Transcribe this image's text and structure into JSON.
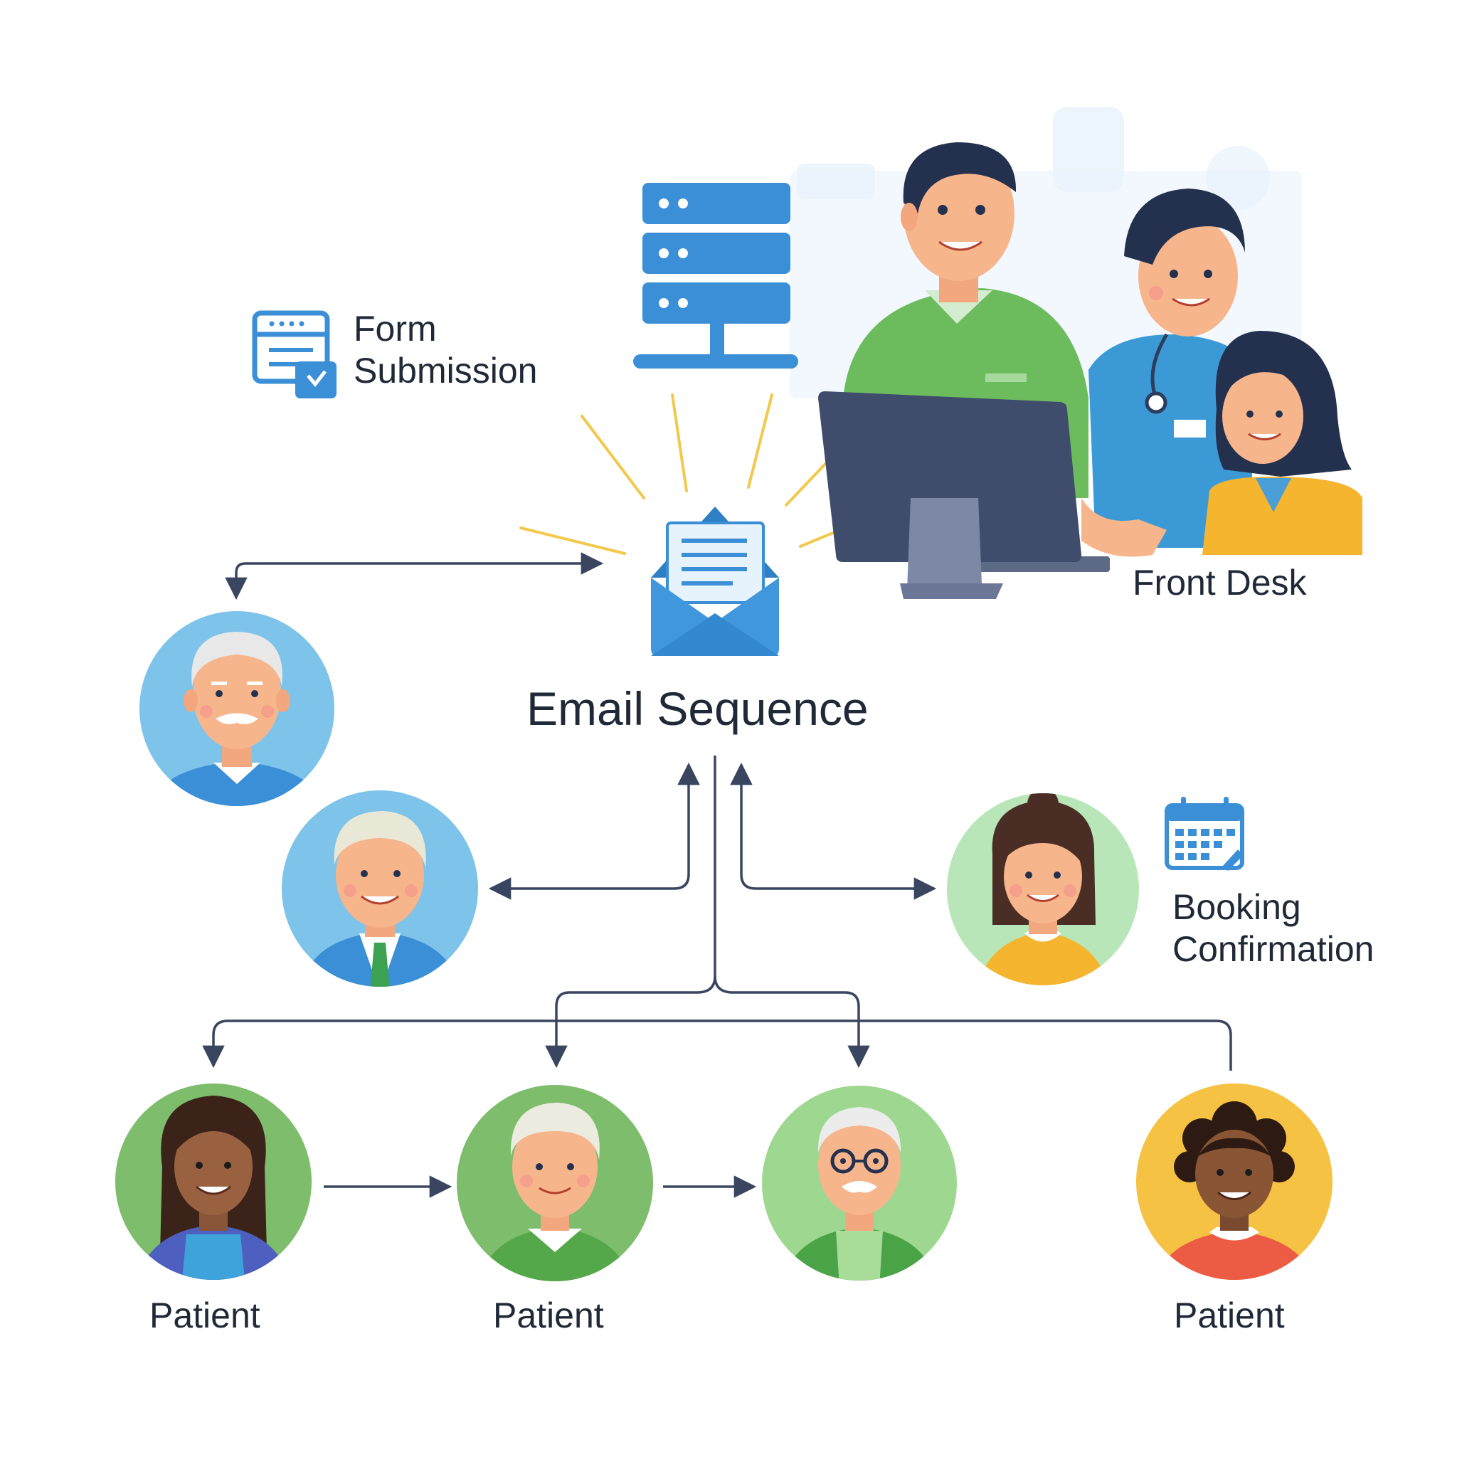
{
  "diagram": {
    "center_label": "Email Sequence",
    "labels": {
      "form_submission": [
        "Form",
        "Submission"
      ],
      "front_desk": "Front Desk",
      "booking_confirmation": [
        "Booking",
        "Confirmation"
      ],
      "patient": "Patient"
    },
    "nodes": [
      {
        "id": "form-submission",
        "icon": "form-icon"
      },
      {
        "id": "server",
        "icon": "server-icon"
      },
      {
        "id": "front-desk",
        "icon": "front-desk-staff-illustration"
      },
      {
        "id": "email-sequence",
        "icon": "open-envelope-icon"
      },
      {
        "id": "booking-confirmation",
        "icon": "calendar-icon"
      },
      {
        "id": "patient-1",
        "label": "Patient"
      },
      {
        "id": "patient-2",
        "label": "Patient"
      },
      {
        "id": "patient-4",
        "label": "Patient"
      }
    ],
    "colors": {
      "arrow": "#3a4660",
      "accent_blue": "#3b8fd6",
      "ray_yellow": "#f2c94c",
      "green": "#6cc06a",
      "yellow": "#f6c243",
      "light_blue": "#7ec3ea"
    }
  }
}
